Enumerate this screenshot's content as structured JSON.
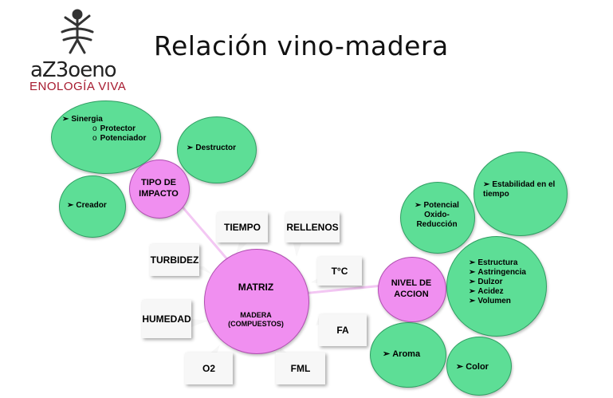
{
  "title": "Relación vino-madera",
  "logo": {
    "name": "aZ3oeno",
    "tagline": "ENOLOGÍA VIVA"
  },
  "impact": {
    "hub": "TIPO DE IMPACTO",
    "sinergia": "Sinergia",
    "sinergia_subs": [
      "Protector",
      "Potenciador"
    ],
    "destructor": "Destructor",
    "creador": "Creador"
  },
  "matrix": {
    "title": "MATRIZ",
    "subtitle": "MADERA (COMPUESTOS)",
    "factors": {
      "tiempo": "TIEMPO",
      "rellenos": "RELLENOS",
      "turbidez": "TURBIDEZ",
      "temp": "T°C",
      "humedad": "HUMEDAD",
      "fa": "FA",
      "o2": "O2",
      "fml": "FML"
    }
  },
  "action": {
    "hub": "NIVEL DE ACCION",
    "estabilidad": "Estabilidad en el tiempo",
    "potencial": "Potencial Oxido-Reducción",
    "sensorial": [
      "Estructura",
      "Astringencia",
      "Dulzor",
      "Acidez",
      "Volumen"
    ],
    "aroma": "Aroma",
    "color": "Color"
  },
  "colors": {
    "green": "#5dde96",
    "pink": "#f08ff0",
    "brand_red": "#a6192e"
  }
}
